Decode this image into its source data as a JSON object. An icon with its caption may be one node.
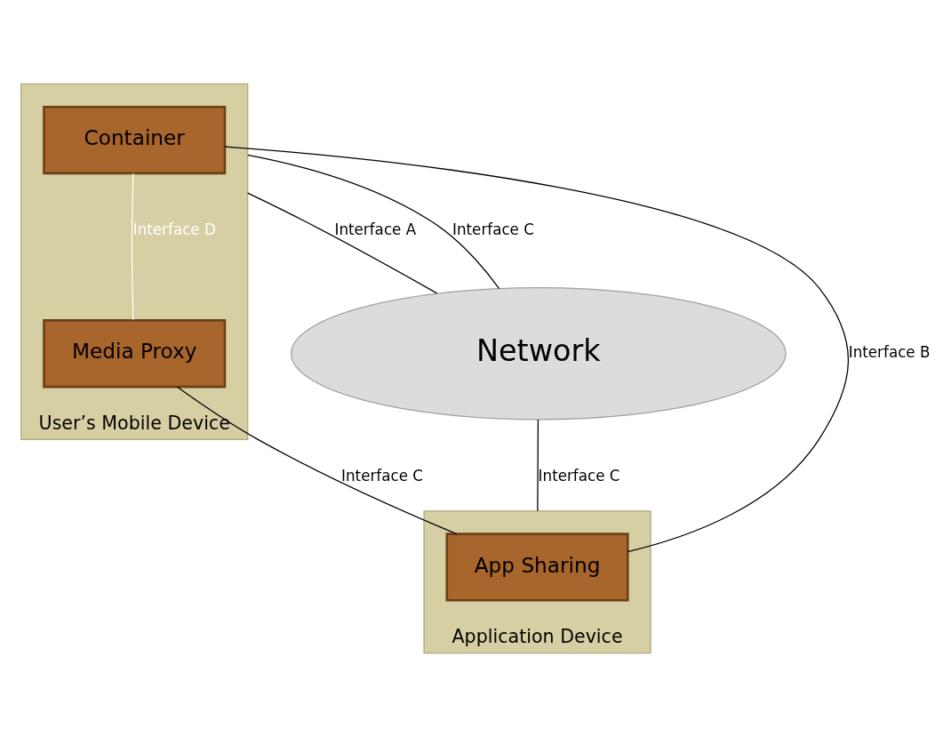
{
  "diagram": {
    "nodes": [
      {
        "text": [
          "Network"
        ]
      },
      {
        "text": [
          "User’s Mobile Device"
        ]
      },
      {
        "text": [
          "Container"
        ],
        "in": 1
      },
      {
        "text": [
          "Media Proxy"
        ],
        "in": 1
      },
      {
        "text": [
          "Application Device"
        ]
      },
      {
        "text": [
          "App Sharing"
        ],
        "in": 4
      }
    ],
    "edges": [
      {
        "from": 1,
        "to": 0,
        "arrow": "none",
        "label": "Interface A"
      },
      {
        "from": 1,
        "to": 0,
        "arrow": "none",
        "label": "Interface C"
      },
      {
        "from": 4,
        "to": 0,
        "arrow": "none",
        "label": "Interface C"
      },
      {
        "from": 2,
        "to": 5,
        "arrow": "none",
        "label": "Interface B"
      },
      {
        "from": 3,
        "to": 5,
        "arrow": "none",
        "label": "Interface C"
      },
      {
        "from": 2,
        "to": 3,
        "arrow": "none",
        "label": "Interface D",
        "color": "#ffffff"
      }
    ]
  }
}
